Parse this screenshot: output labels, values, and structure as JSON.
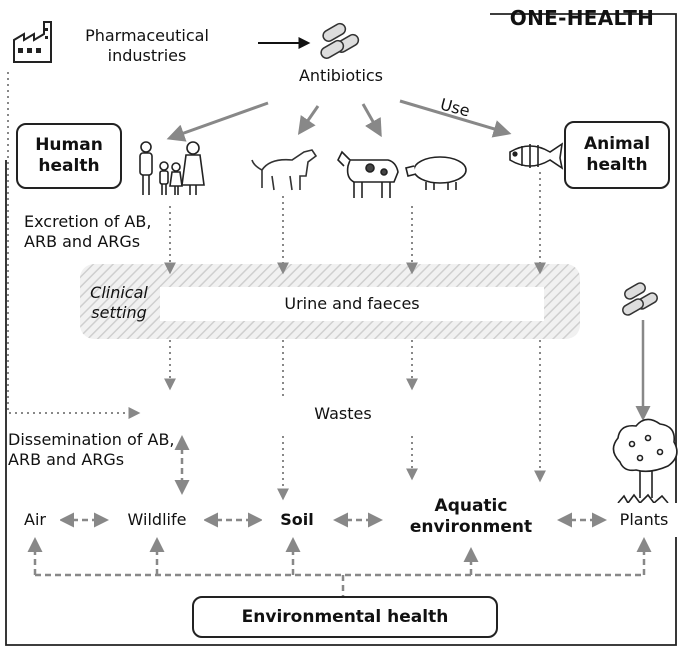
{
  "title": "ONE-HEALTH",
  "sources": {
    "pharma": "Pharmaceutical industries",
    "antibiotics": "Antibiotics",
    "use": "Use"
  },
  "health_boxes": {
    "human": "Human health",
    "animal": "Animal health",
    "environmental": "Environmental health"
  },
  "notes": {
    "excretion": "Excretion of AB, ARB and ARGs",
    "dissemination": "Dissemination of AB, ARB and ARGs",
    "clinical": "Clinical setting"
  },
  "flows": {
    "urine": "Urine and faeces",
    "wastes": "Wastes"
  },
  "environment": {
    "air": "Air",
    "wildlife": "Wildlife",
    "soil": "Soil",
    "aquatic": "Aquatic environment",
    "plants": "Plants"
  },
  "icons": [
    "factory-icon",
    "capsule-icon",
    "human-family-icon",
    "dog-icon",
    "cow-icon",
    "pig-icon",
    "fish-icon",
    "tree-icon"
  ]
}
